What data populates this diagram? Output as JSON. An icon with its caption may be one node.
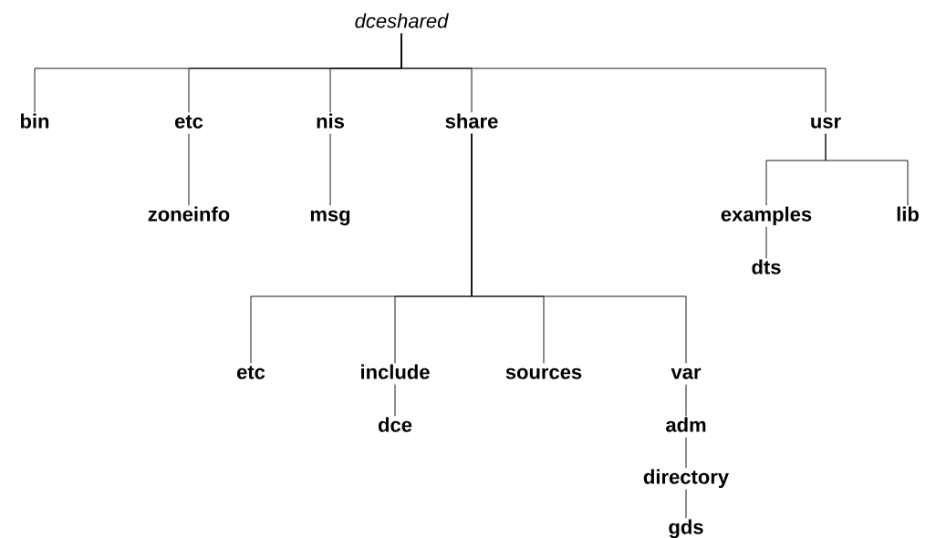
{
  "diagram": {
    "nodes": [
      {
        "text": [
          "dceshared"
        ]
      },
      {
        "text": [
          "bin"
        ]
      },
      {
        "text": [
          "etc"
        ]
      },
      {
        "text": [
          "nis"
        ]
      },
      {
        "text": [
          "share"
        ]
      },
      {
        "text": [
          "usr"
        ]
      },
      {
        "text": [
          "zoneinfo"
        ]
      },
      {
        "text": [
          "msg"
        ]
      },
      {
        "text": [
          "examples"
        ]
      },
      {
        "text": [
          "lib"
        ]
      },
      {
        "text": [
          "dts"
        ]
      },
      {
        "text": [
          "etc"
        ]
      },
      {
        "text": [
          "include"
        ]
      },
      {
        "text": [
          "sources"
        ]
      },
      {
        "text": [
          "var"
        ]
      },
      {
        "text": [
          "dce"
        ]
      },
      {
        "text": [
          "adm"
        ]
      },
      {
        "text": [
          "directory"
        ]
      },
      {
        "text": [
          "gds"
        ]
      }
    ],
    "edges": [
      {
        "from": 0,
        "to": 1,
        "arrow": "none"
      },
      {
        "from": 0,
        "to": 2,
        "arrow": "none"
      },
      {
        "from": 0,
        "to": 3,
        "arrow": "none"
      },
      {
        "from": 0,
        "to": 4,
        "arrow": "none"
      },
      {
        "from": 0,
        "to": 5,
        "arrow": "none"
      },
      {
        "from": 2,
        "to": 6,
        "arrow": "none"
      },
      {
        "from": 3,
        "to": 7,
        "arrow": "none"
      },
      {
        "from": 5,
        "to": 8,
        "arrow": "none"
      },
      {
        "from": 5,
        "to": 9,
        "arrow": "none"
      },
      {
        "from": 8,
        "to": 10,
        "arrow": "none"
      },
      {
        "from": 4,
        "to": 11,
        "arrow": "none"
      },
      {
        "from": 4,
        "to": 12,
        "arrow": "none"
      },
      {
        "from": 4,
        "to": 13,
        "arrow": "none"
      },
      {
        "from": 4,
        "to": 14,
        "arrow": "none"
      },
      {
        "from": 12,
        "to": 15,
        "arrow": "none"
      },
      {
        "from": 14,
        "to": 16,
        "arrow": "none"
      },
      {
        "from": 16,
        "to": 17,
        "arrow": "none"
      },
      {
        "from": 17,
        "to": 18,
        "arrow": "none"
      }
    ]
  }
}
